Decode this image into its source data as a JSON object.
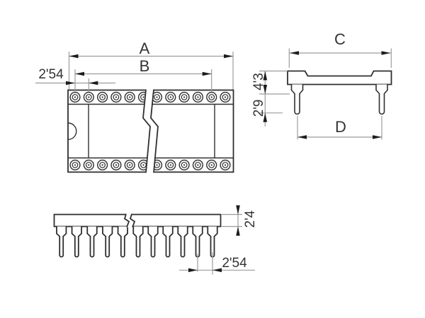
{
  "drawing": {
    "labels": {
      "top_view": {
        "overall": "A",
        "span": "B",
        "pitch": "2'54"
      },
      "end_view": {
        "width": "C",
        "row_spacing": "D",
        "body_height": "4'3",
        "pin_length": "2'9"
      },
      "side_view": {
        "thickness": "2'4",
        "pitch": "2'54"
      }
    },
    "colors": {
      "outline": "#2f2f2f",
      "dim_line": "#9c9c9c",
      "arrow": "#1c1c1c",
      "text": "#333333",
      "background": "#ffffff"
    }
  }
}
